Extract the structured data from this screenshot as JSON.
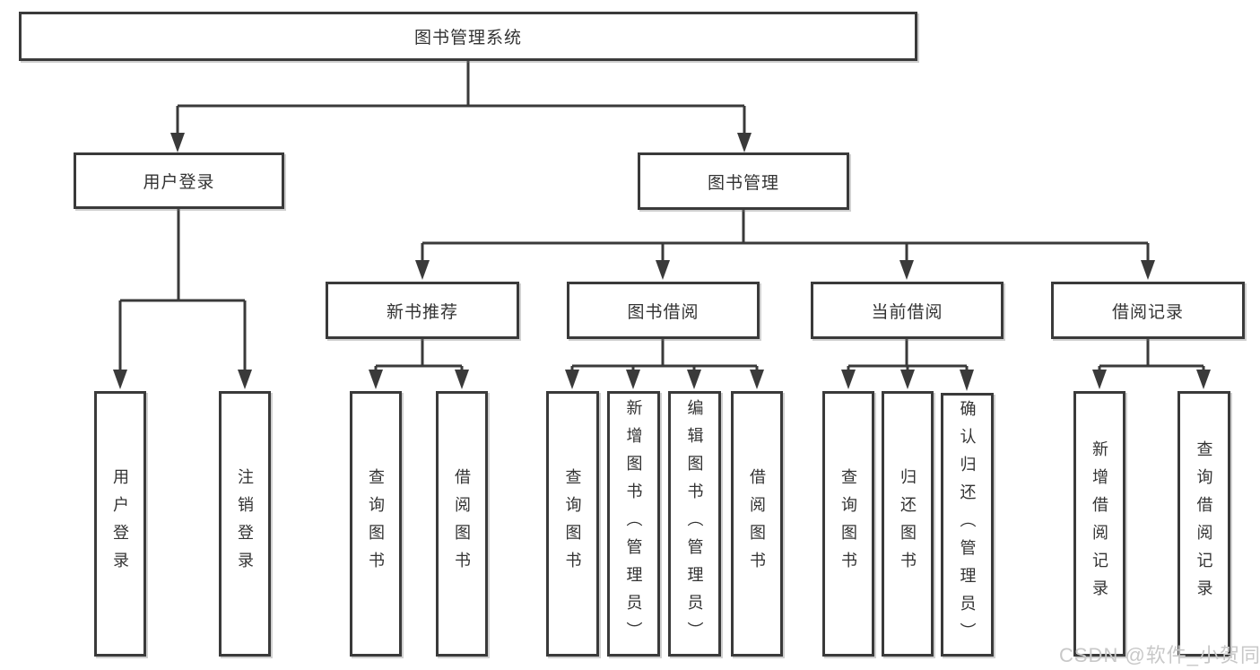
{
  "diagram": {
    "root": "图书管理系统",
    "level2": {
      "login": "用户登录",
      "mgmt": "图书管理"
    },
    "level3": {
      "rec": "新书推荐",
      "borrow": "图书借阅",
      "current": "当前借阅",
      "records": "借阅记录"
    },
    "leaves": {
      "login_children": [
        "用户登录",
        "注销登录"
      ],
      "rec_children": [
        "查询图书",
        "借阅图书"
      ],
      "borrow_children": [
        "查询图书",
        "新增图书（管理员）",
        "编辑图书（管理员）",
        "借阅图书"
      ],
      "current_children": [
        "查询图书",
        "归还图书",
        "确认归还（管理员）"
      ],
      "records_children": [
        "新增借阅记录",
        "查询借阅记录"
      ]
    }
  },
  "watermark": "CSDN @软件_小贺同学",
  "colors": {
    "line": "#3a3a3a",
    "text": "#333333",
    "box_bg": "#ffffff",
    "watermark": "#c8c8c8",
    "page_bg": "#ffffff"
  }
}
